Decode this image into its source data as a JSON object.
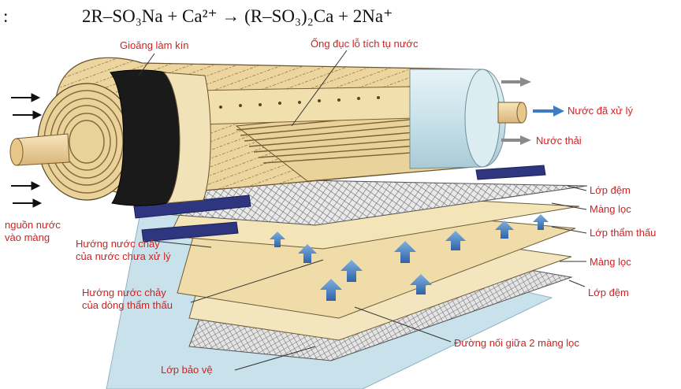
{
  "equation": {
    "prefix": ":",
    "formula": "2R–SO₃Na + Ca²⁺ → (R–SO₃)₂Ca + 2Na⁺"
  },
  "labels": {
    "gasket": "Gioăng làm kín",
    "perforated_tube": "Ống đục lỗ tích tụ nước",
    "treated_water": "Nước đã xử lý",
    "waste_water": "Nước thải",
    "spacer_top": "Lớp đệm",
    "membrane_top": "Màng lọc",
    "permeate_layer": "Lớp thẩm thấu",
    "membrane_bottom": "Màng lọc",
    "spacer_bottom": "Lớp đệm",
    "seam": "Đường nối giữa 2 màng lọc",
    "protective_layer": "Lớp bảo vệ",
    "source_line1": "nguồn nước",
    "source_line2": "vào màng",
    "untreated_flow_line1": "Hướng nước chảy",
    "untreated_flow_line2": "của nước chưa xử lý",
    "permeate_flow_line1": "Hướng nước chảy",
    "permeate_flow_line2": "của dòng thẩm thấu"
  },
  "colors": {
    "label_red": "#d42020",
    "cream": "#f3e3b0",
    "tan": "#e2c98a",
    "tube": "#f0d49a",
    "shell": "#cfe6ee",
    "gasket": "#1a1a1a",
    "flow_blue": "#4f86c6",
    "inlet_navy": "#2f3680",
    "mesh": "#7a7a7a"
  },
  "icons": {
    "outlet_arrow": "arrow-right-icon",
    "inlet_arrow": "arrow-right-icon",
    "flow_arrow": "arrow-up-icon"
  }
}
